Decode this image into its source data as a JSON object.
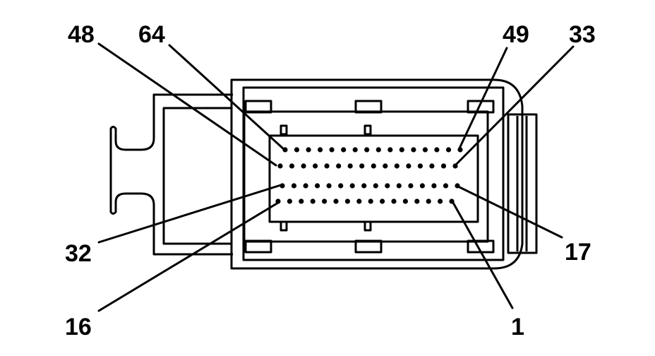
{
  "labels": {
    "pin_48": "48",
    "pin_64": "64",
    "pin_49": "49",
    "pin_33": "33",
    "pin_32": "32",
    "pin_17": "17",
    "pin_16": "16",
    "pin_1": "1"
  },
  "connector": {
    "rows": 4,
    "pins_per_row": 16,
    "stroke_color": "#000000",
    "background_color": "#ffffff"
  }
}
